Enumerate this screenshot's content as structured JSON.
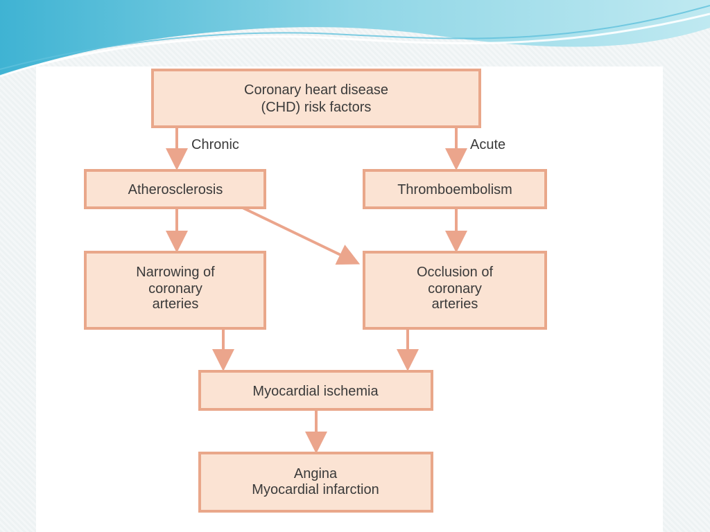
{
  "colors": {
    "node_fill": "#fbe3d3",
    "node_stroke": "#e9a78a",
    "arrow": "#eba58c",
    "header_wave": "#7fcde0"
  },
  "nodes": {
    "risk_factors": [
      "Coronary heart disease",
      "(CHD) risk factors"
    ],
    "atherosclerosis": [
      "Atherosclerosis"
    ],
    "thromboembolism": [
      "Thromboembolism"
    ],
    "narrowing": [
      "Narrowing of",
      "coronary",
      "arteries"
    ],
    "occlusion": [
      "Occlusion of",
      "coronary",
      "arteries"
    ],
    "ischemia": [
      "Myocardial ischemia"
    ],
    "outcomes": [
      "Angina",
      "Myocardial infarction"
    ]
  },
  "edge_labels": {
    "chronic": "Chronic",
    "acute": "Acute"
  }
}
